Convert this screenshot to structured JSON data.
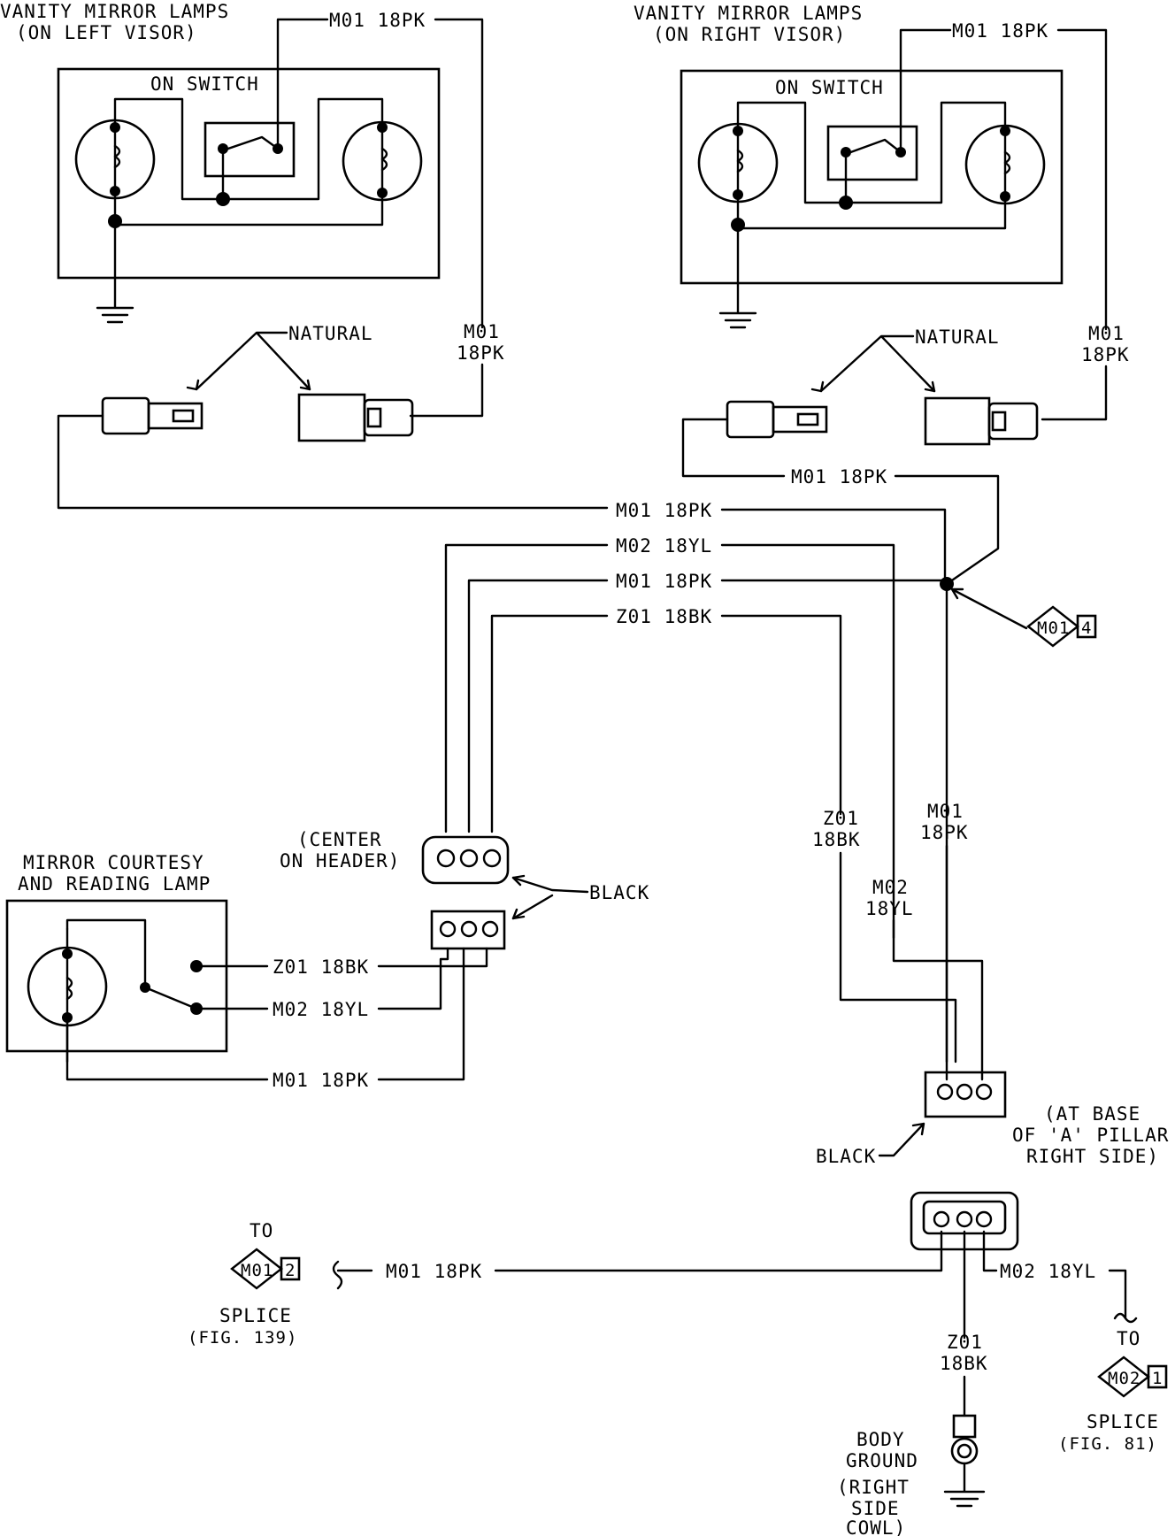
{
  "left_visor": {
    "title_line1": "VANITY MIRROR LAMPS",
    "title_line2": "(ON LEFT VISOR)",
    "switch_label": "ON SWITCH",
    "wire_top": "M01 18PK",
    "wire_side_line1": "M01",
    "wire_side_line2": "18PK",
    "connector_label": "NATURAL"
  },
  "right_visor": {
    "title_line1": "VANITY MIRROR LAMPS",
    "title_line2": "(ON RIGHT VISOR)",
    "switch_label": "ON SWITCH",
    "wire_top": "M01 18PK",
    "wire_side_line1": "M01",
    "wire_side_line2": "18PK",
    "connector_label": "NATURAL",
    "wire_lower": "M01 18PK"
  },
  "header_harness": {
    "wires": [
      "M01 18PK",
      "M02 18YL",
      "M01 18PK",
      "Z01 18BK"
    ],
    "splice_ref": {
      "code": "M01",
      "num": "4"
    }
  },
  "center_connector": {
    "label_line1": "(CENTER",
    "label_line2": "ON HEADER)",
    "color_label": "BLACK"
  },
  "courtesy_lamp": {
    "title_line1": "MIRROR COURTESY",
    "title_line2": "AND READING LAMP",
    "wires": [
      "Z01 18BK",
      "M02 18YL",
      "M01 18PK"
    ]
  },
  "pillar_harness": {
    "wire_z01_line1": "Z01",
    "wire_z01_line2": "18BK",
    "wire_m01_line1": "M01",
    "wire_m01_line2": "18PK",
    "wire_m02_line1": "M02",
    "wire_m02_line2": "18YL",
    "connector_color": "BLACK",
    "location_line1": "(AT BASE",
    "location_line2": "OF 'A' PILLAR",
    "location_line3": "RIGHT SIDE)"
  },
  "lower": {
    "left_to": "TO",
    "left_splice": {
      "code": "M01",
      "num": "2"
    },
    "left_splice_label": "SPLICE",
    "left_fig": "(FIG. 139)",
    "wire_left": "M01 18PK",
    "wire_right": "M02 18YL",
    "wire_ground_line1": "Z01",
    "wire_ground_line2": "18BK",
    "right_to": "TO",
    "right_splice": {
      "code": "M02",
      "num": "1"
    },
    "right_splice_label": "SPLICE",
    "right_fig": "(FIG. 81)",
    "ground_line1": "BODY",
    "ground_line2": "GROUND",
    "ground_line3": "(RIGHT",
    "ground_line4": "SIDE",
    "ground_line5": "COWL)"
  }
}
